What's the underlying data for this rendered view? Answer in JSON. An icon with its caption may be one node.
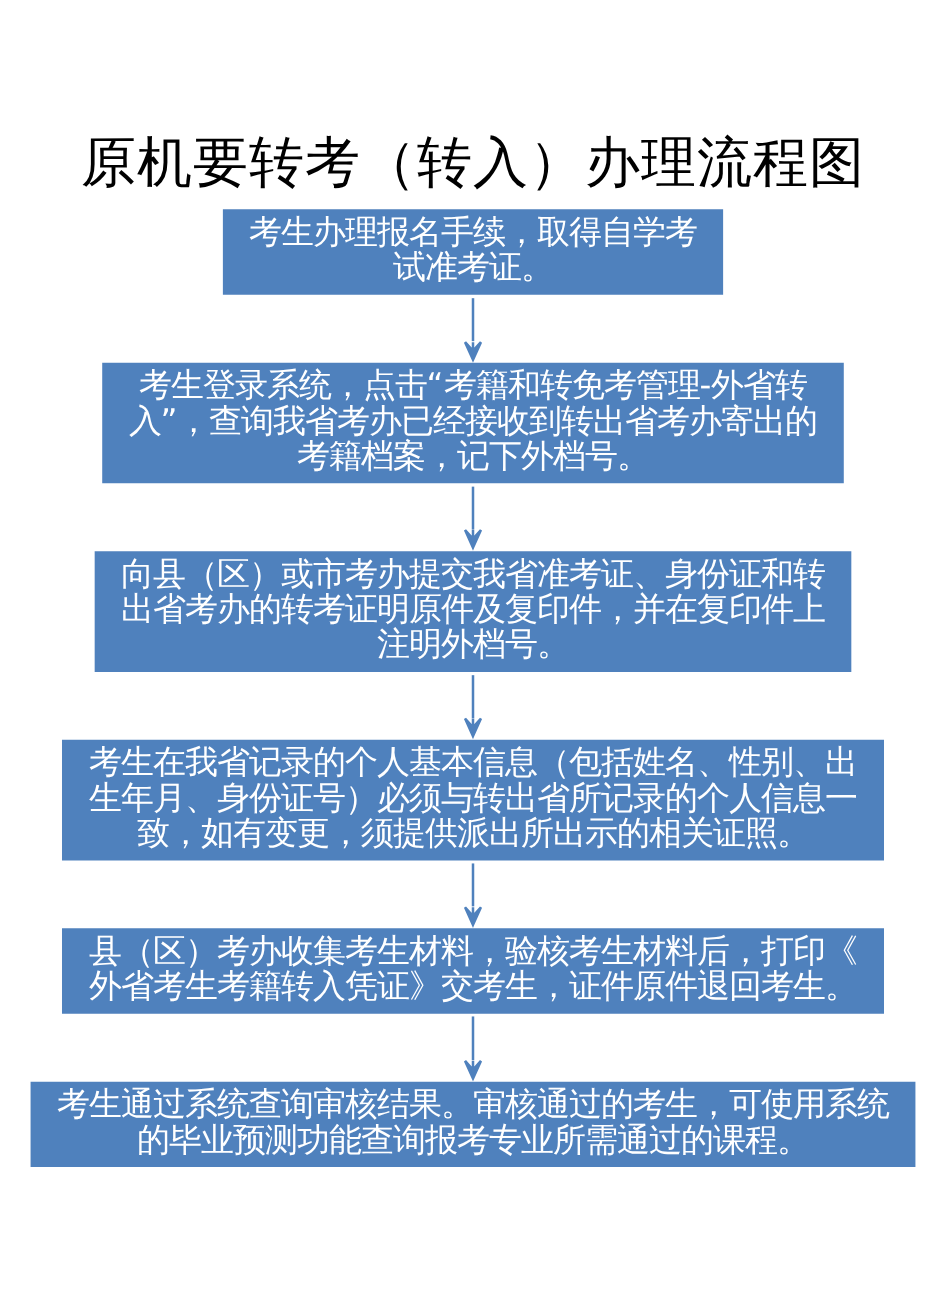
{
  "diagram": {
    "title": "原机要转考（转入）办理流程图",
    "nodes": [
      {
        "text": [
          "考生办理报名手续，取得自学考试准考证。"
        ]
      },
      {
        "text": [
          "考生登录系统，点击“考籍和转免考管理-外省转入”，查询我省考办已经接收到转出省考办寄出的考籍档案，记下外档号。"
        ]
      },
      {
        "text": [
          "向县（区）或市考办提交我省准考证、身份证和转出省考办的转考证明原件及复印件，并在复印件上注明外档号。"
        ]
      },
      {
        "text": [
          "考生在我省记录的个人基本信息（包括姓名、性别、出生年月、身份证号）必须与转出省所记录的个人信息一致，如有变更，须提供派出所出示的相关证照。"
        ]
      },
      {
        "text": [
          "县（区）考办收集考生材料，验核考生材料后，打印《外省考生考籍转入凭证》交考生，证件原件退回考生。"
        ]
      },
      {
        "text": [
          "考生通过系统查询审核结果。审核通过的考生，可使用系统的毕业预测功能查询报考专业所需通过的课程。"
        ]
      }
    ],
    "edges": [
      {
        "from": 0,
        "to": 1,
        "arrow": "to"
      },
      {
        "from": 1,
        "to": 2,
        "arrow": "to"
      },
      {
        "from": 2,
        "to": 3,
        "arrow": "to"
      },
      {
        "from": 3,
        "to": 4,
        "arrow": "to"
      },
      {
        "from": 4,
        "to": 5,
        "arrow": "to"
      }
    ]
  }
}
